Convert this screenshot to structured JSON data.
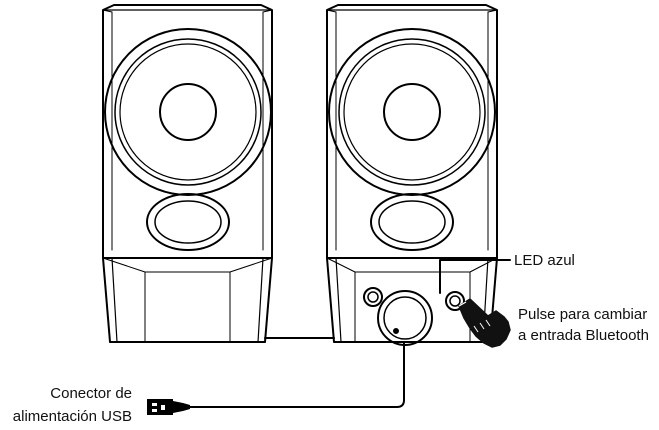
{
  "labels": {
    "led": "LED azul",
    "pulse_line1": "Pulse para cambiar",
    "pulse_line2": "a entrada Bluetooth",
    "usb_line1": "Conector de",
    "usb_line2": "alimentación USB"
  },
  "icons": {
    "hand": "pointing-hand-icon",
    "usb_plug": "usb-plug-icon"
  },
  "colors": {
    "line": "#000000",
    "hand_fill": "#111111"
  }
}
